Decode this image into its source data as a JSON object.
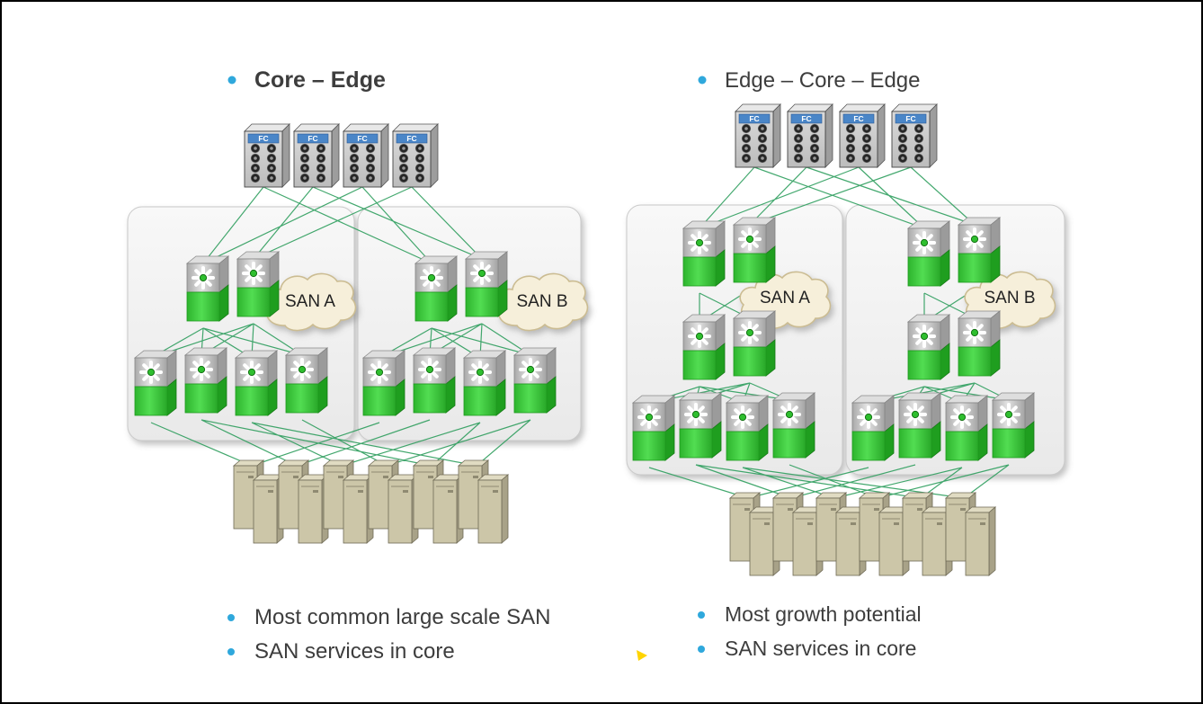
{
  "slide": {
    "background": "#ffffff",
    "border_color": "#000000"
  },
  "colors": {
    "bullet_accent": "#2fa8dc",
    "text": "#3d3d3d",
    "connection_green": "#2f9e5e",
    "switch_green": "#36c936",
    "storage_label_blue": "#4a86c8",
    "cloud_fill": "#f6efda",
    "server_tan": "#ccc6a8",
    "container_fill": "#f2f2f2"
  },
  "labels": {
    "fc": "FC",
    "san_a": "SAN A",
    "san_b": "SAN B"
  },
  "left_diagram": {
    "title": "Core – Edge",
    "clouds": [
      "SAN A",
      "SAN B"
    ],
    "bullets": [
      "Most common large scale SAN",
      "SAN services in core"
    ]
  },
  "right_diagram": {
    "title": "Edge – Core – Edge",
    "clouds": [
      "SAN A",
      "SAN B"
    ],
    "bullets": [
      "Most growth potential",
      "SAN services in core"
    ]
  }
}
